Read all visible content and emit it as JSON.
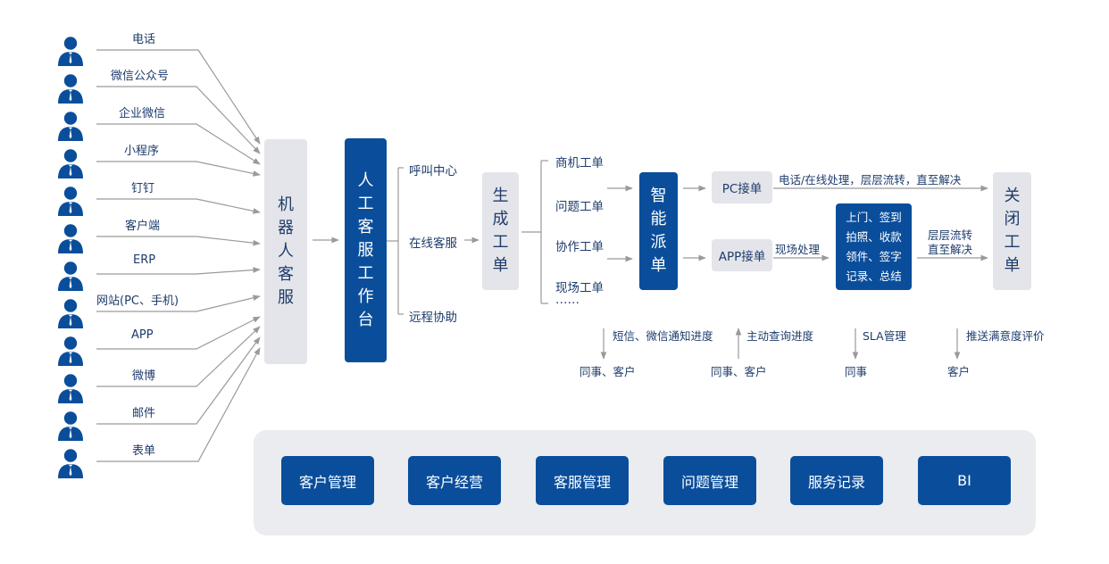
{
  "channels": [
    "电话",
    "微信公众号",
    "企业微信",
    "小程序",
    "钉钉",
    "客户端",
    "ERP",
    "网站(PC、手机)",
    "APP",
    "微博",
    "邮件",
    "表单"
  ],
  "robot_service": [
    "机",
    "器",
    "人",
    "客",
    "服"
  ],
  "human_service": [
    "人",
    "工",
    "客",
    "服",
    "工",
    "作",
    "台"
  ],
  "human_branches": [
    "呼叫中心",
    "在线客服",
    "远程协助"
  ],
  "generate_ticket": [
    "生",
    "成",
    "工",
    "单"
  ],
  "ticket_types": [
    "商机工单",
    "问题工单",
    "协作工单",
    "现场工单",
    "……"
  ],
  "smart_dispatch": [
    "智",
    "能",
    "派",
    "单"
  ],
  "pc_accept": "PC接单",
  "app_accept": "APP接单",
  "pc_process": "电话/在线处理，层层流转，直至解决",
  "onsite_process": "现场处理",
  "onsite_steps": [
    "上门、签到",
    "拍照、收款",
    "领件、签字",
    "记录、总结"
  ],
  "flow_text": [
    "层层流转",
    "直至解决"
  ],
  "close_ticket": [
    "关",
    "闭",
    "工",
    "单"
  ],
  "notices": [
    {
      "label": "短信、微信通知进度",
      "target": "同事、客户"
    },
    {
      "label": "主动查询进度",
      "target": "同事、客户"
    },
    {
      "label": "SLA管理",
      "target": "同事"
    },
    {
      "label": "推送满意度评价",
      "target": "客户"
    }
  ],
  "modules": [
    "客户管理",
    "客户经营",
    "客服管理",
    "问题管理",
    "服务记录",
    "BI"
  ],
  "colors": {
    "primary_blue": "#0a4e9b",
    "light_gray": "#e4e5ea",
    "panel_gray": "#ebecf0",
    "line_gray": "#9a9a9a",
    "text_navy": "#1e3c6c"
  }
}
